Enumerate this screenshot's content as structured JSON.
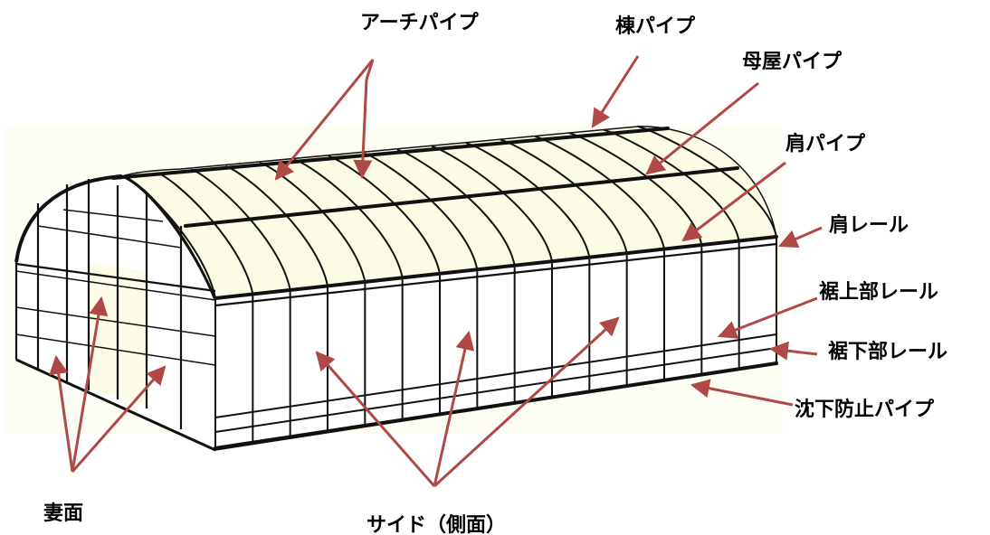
{
  "diagram": {
    "labels": {
      "arch_pipe": "アーチパイプ",
      "ridge_pipe": "棟パイプ",
      "purlin_pipe": "母屋パイプ",
      "shoulder_pipe": "肩パイプ",
      "shoulder_rail": "肩レール",
      "hem_upper_rail": "裾上部レール",
      "hem_lower_rail": "裾下部レール",
      "anti_sink_pipe": "沈下防止パイプ",
      "gable_face": "妻面",
      "side_face": "サイド（側面）"
    },
    "colors": {
      "arrow": "#b04848",
      "frame": "#111111",
      "roof_fill": "#fbfbe6",
      "wall_fill": "#ffffff",
      "door_fill": "#fcfce8"
    }
  }
}
